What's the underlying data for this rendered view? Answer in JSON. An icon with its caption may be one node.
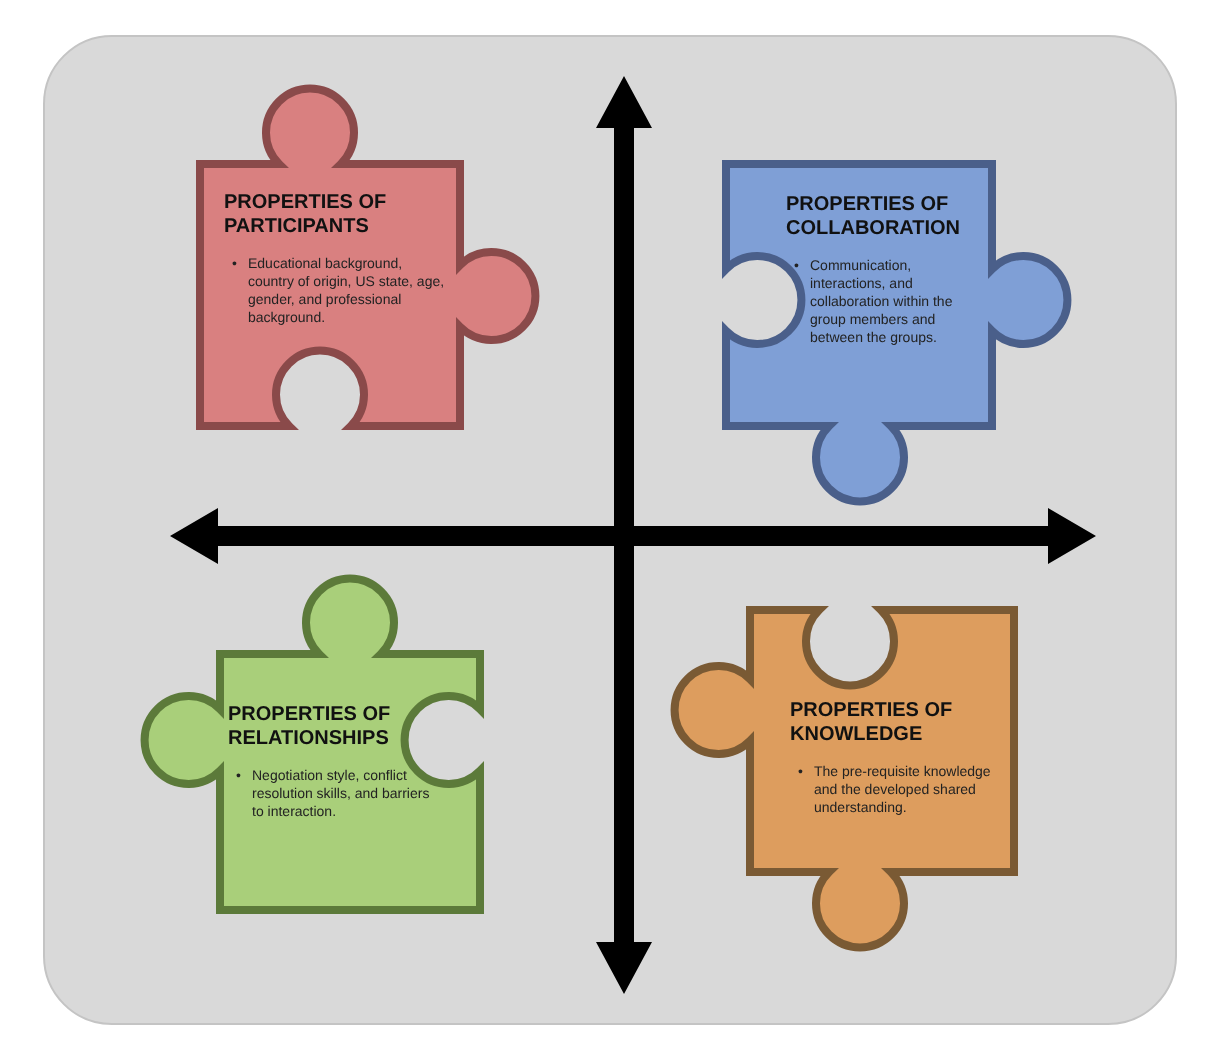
{
  "diagram": {
    "nodes": [
      {
        "text": [
          "PROPERTIES OF PARTICIPANTS",
          "•",
          "Educational background, country of origin, US state, age, gender, and professional background."
        ]
      },
      {
        "text": [
          "PROPERTIES OF COLLABORATION",
          "•",
          "Communication, interactions, and collaboration within the group members and between the groups."
        ]
      },
      {
        "text": [
          "PROPERTIES OF RELATIONSHIPS",
          "•",
          "Negotiation style, conflict resolution skills, and barriers to interaction."
        ]
      },
      {
        "text": [
          "PROPERTIES OF KNOWLEDGE",
          "•",
          "The pre-requisite knowledge and the developed shared understanding."
        ]
      }
    ]
  }
}
